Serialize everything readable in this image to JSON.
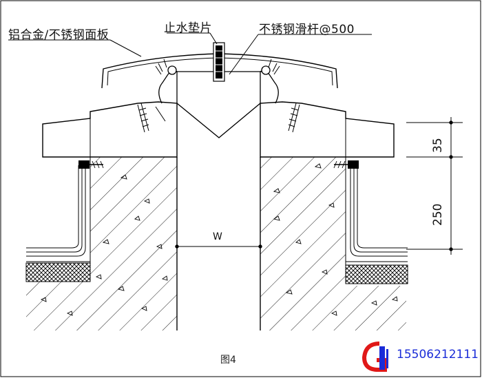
{
  "labels": {
    "panel": "铝合金/不锈钢面板",
    "waterstop": "止水垫片",
    "rod": "不锈钢滑杆@500",
    "gap": "W",
    "dim_top": "35",
    "dim_bottom": "250"
  },
  "caption": "图4",
  "contact": {
    "phone": "15506212111"
  },
  "colors": {
    "line": "#000000",
    "brand_red": "#e01818",
    "brand_blue": "#1a2cd8"
  },
  "icons": {
    "logo": "company-logo-icon"
  }
}
